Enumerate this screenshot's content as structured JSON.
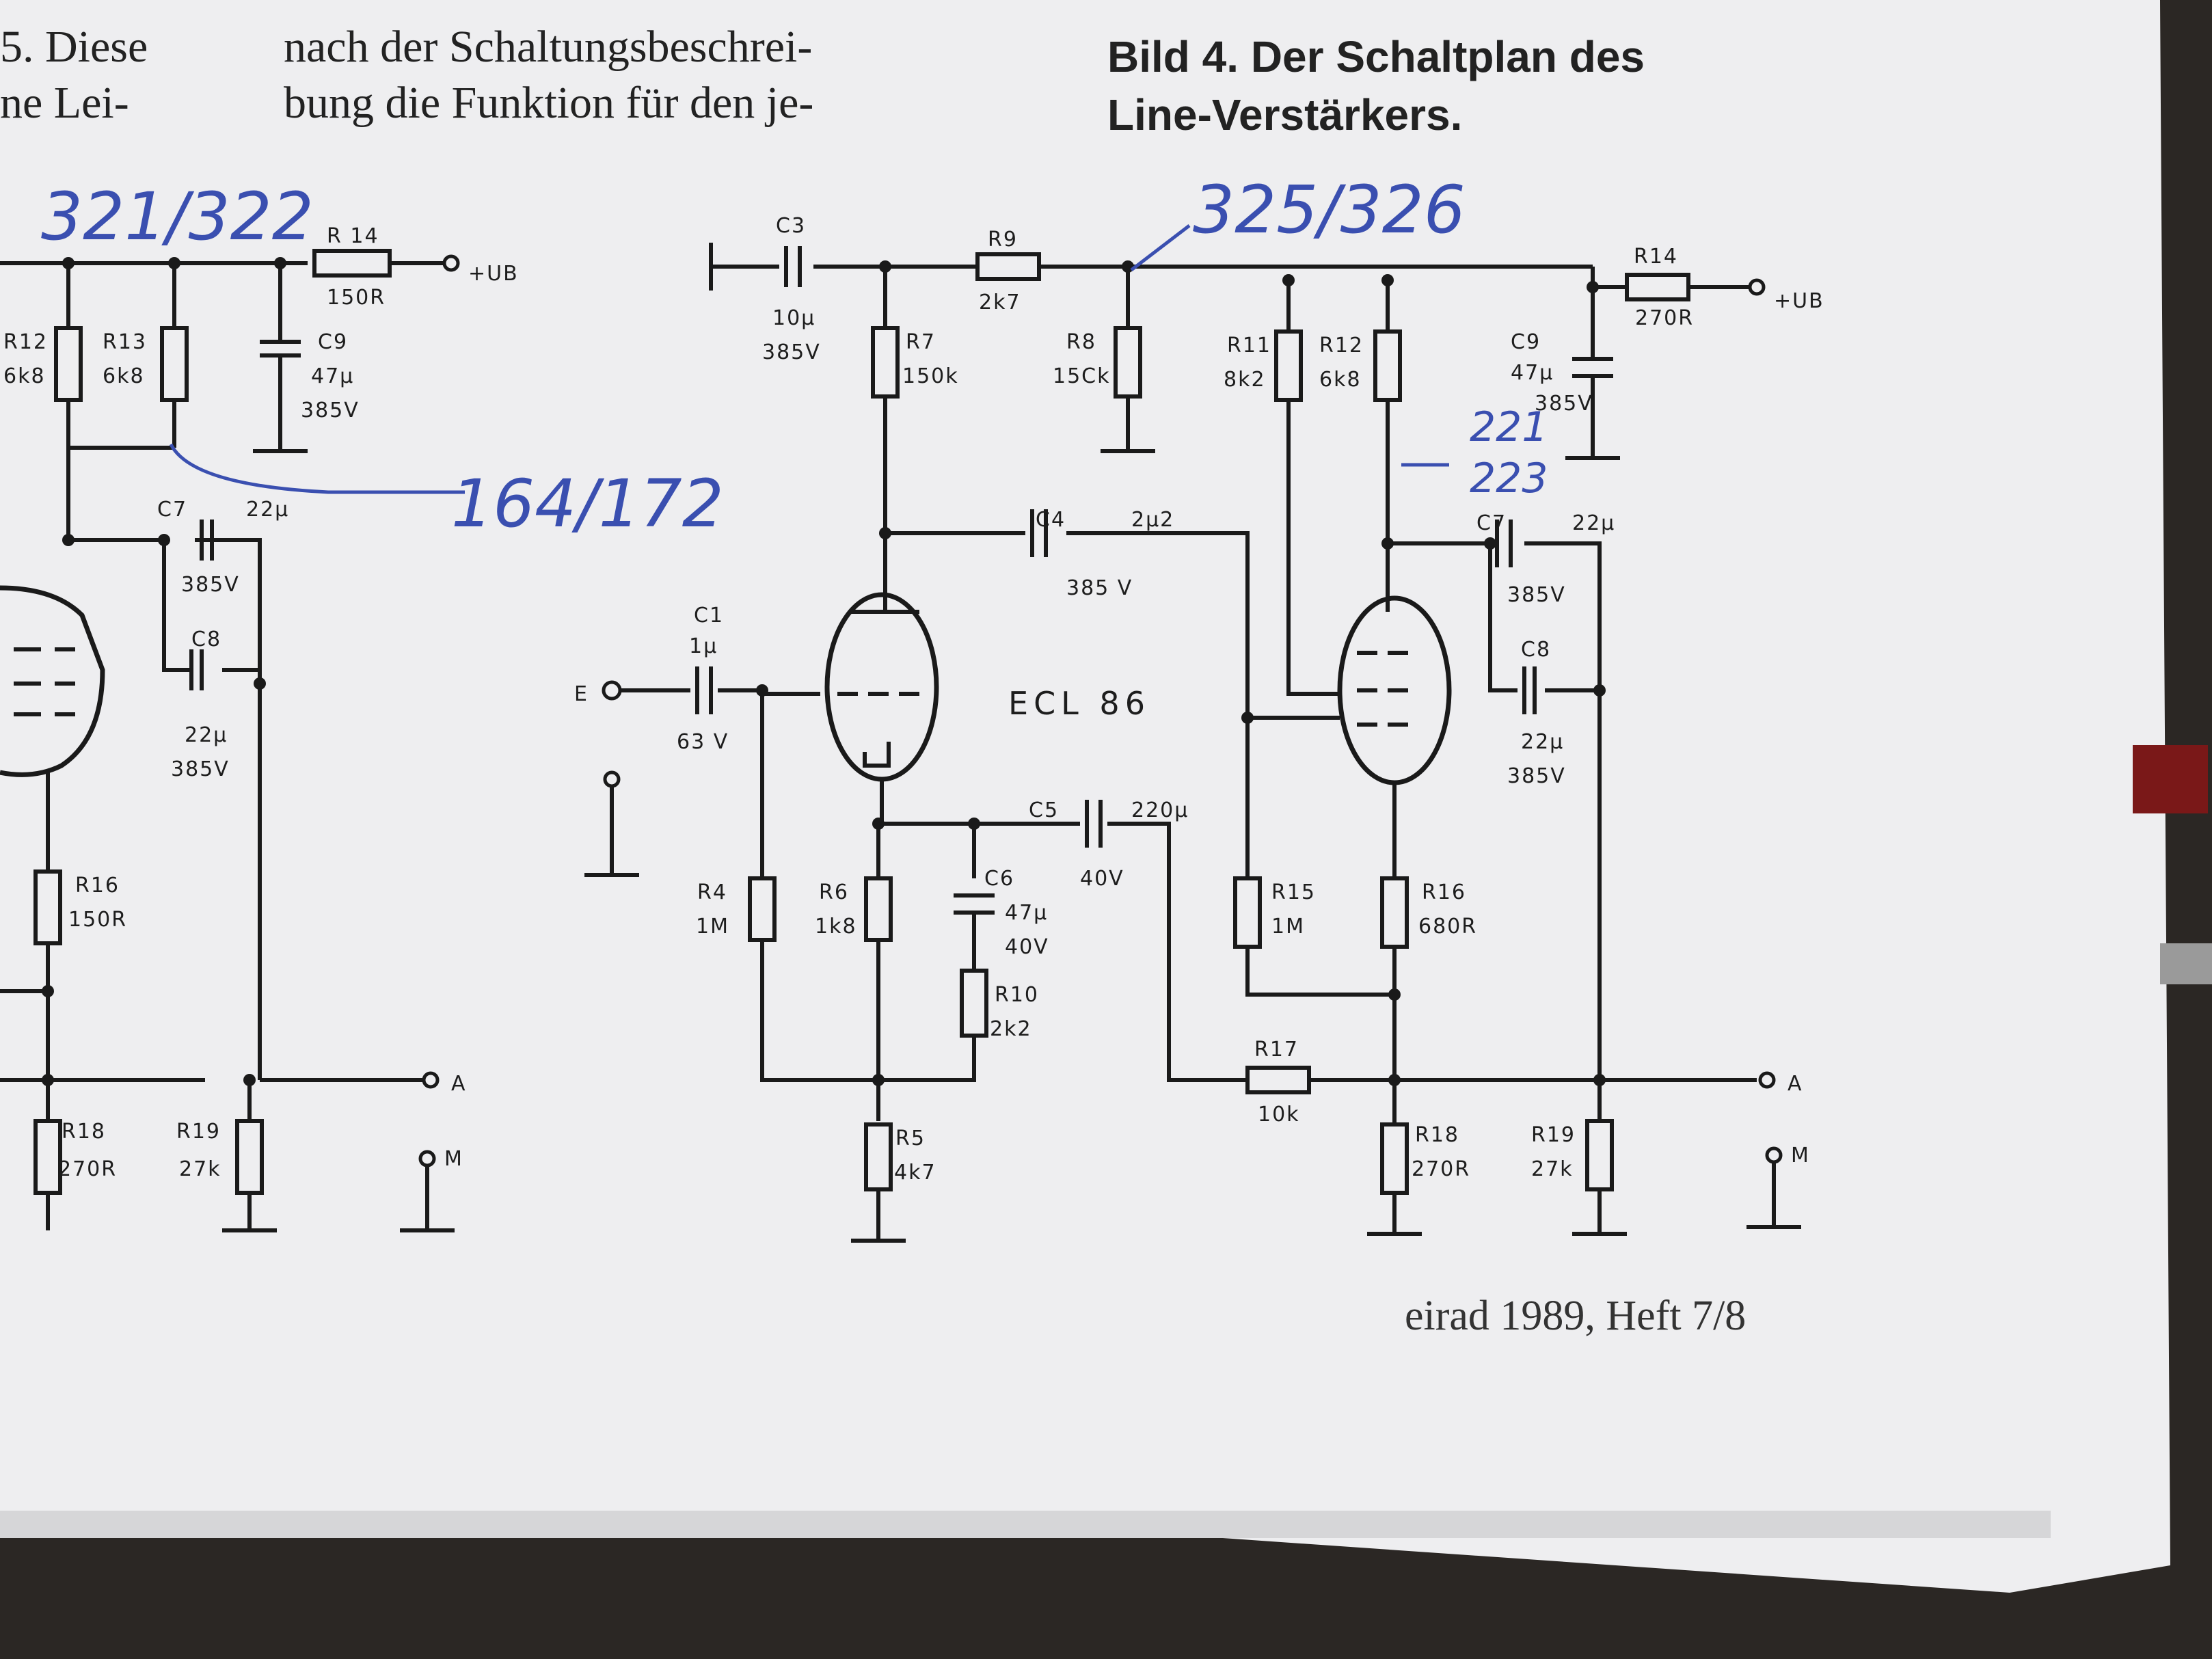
{
  "header": {
    "col1": [
      "5. Diese",
      "ne Lei-"
    ],
    "col2": [
      "nach der Schaltungsbeschrei-",
      "bung die Funktion für den je-"
    ],
    "caption": [
      "Bild 4. Der Schaltplan des",
      "Line-Verstärkers."
    ]
  },
  "handwritten": {
    "left_top": "321/322",
    "left_mid": "164/172",
    "right_top": "325/326",
    "right_mid_a": "221",
    "right_mid_b": "223"
  },
  "footer": "eirad 1989, Heft 7/8",
  "tube_label": "ECL 86",
  "terminals": {
    "input": "E",
    "output": "A",
    "mass": "M",
    "supply": "+UB"
  },
  "components": {
    "C1": [
      "C1",
      "1µ",
      "63 V"
    ],
    "C3": [
      "C3",
      "10µ",
      "385V"
    ],
    "C4": [
      "C4",
      "2µ2",
      "385 V"
    ],
    "C5": [
      "C5",
      "220µ",
      "40V"
    ],
    "C6": [
      "C6",
      "47µ",
      "40V"
    ],
    "C7": [
      "C7",
      "22µ",
      "385V"
    ],
    "C8": [
      "C8",
      "22µ",
      "385V"
    ],
    "C9": [
      "C9",
      "47µ",
      "385V"
    ],
    "R4": [
      "R4",
      "1M"
    ],
    "R5": [
      "R5",
      "4k7"
    ],
    "R6": [
      "R6",
      "1k8"
    ],
    "R7": [
      "R7",
      "150k"
    ],
    "R8": [
      "R8",
      "15Ck"
    ],
    "R9": [
      "R9",
      "2k7"
    ],
    "R10": [
      "R10",
      "2k2"
    ],
    "R11": [
      "R11",
      "8k2"
    ],
    "R12": [
      "R12",
      "6k8"
    ],
    "R13": [
      "R13",
      "6k8"
    ],
    "R14L": [
      "R 14",
      "150R"
    ],
    "R14R": [
      "R14",
      "270R"
    ],
    "R15": [
      "R15",
      "1M"
    ],
    "R16L": [
      "R16",
      "150R"
    ],
    "R16R": [
      "R16",
      "680R"
    ],
    "R17": [
      "R17",
      "10k"
    ],
    "R18": [
      "R18",
      "270R"
    ],
    "R19": [
      "R19",
      "27k"
    ]
  },
  "colors": {
    "paper": "#eeeef0",
    "ink": "#1a1a1a",
    "pen": "#3a4fb0"
  }
}
